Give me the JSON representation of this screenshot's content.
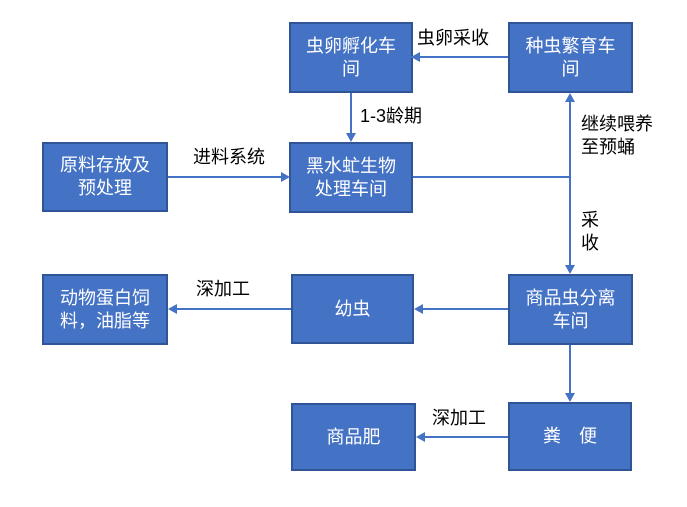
{
  "diagram": {
    "type": "flowchart",
    "nodes": {
      "egg_hatching": {
        "label": "虫卵孵化车\n间"
      },
      "breeding": {
        "label": "种虫繁育车\n间"
      },
      "raw_material": {
        "label": "原料存放及\n预处理"
      },
      "bsf_processing": {
        "label": "黑水虻生物\n处理车间"
      },
      "animal_feed": {
        "label": "动物蛋白饲\n料，油脂等"
      },
      "larvae": {
        "label": "幼虫"
      },
      "separation": {
        "label": "商品虫分离\n车间"
      },
      "fertilizer": {
        "label": "商品肥"
      },
      "manure": {
        "label": "粪　便"
      }
    },
    "edge_labels": {
      "egg_collection": "虫卵采收",
      "instar_1_3": "1-3龄期",
      "feeding_system": "进料系统",
      "continue_feeding_to_prepupa": "继续喂养\n至预蛹",
      "harvest": "采\n收",
      "deep_processing_larvae": "深加工",
      "deep_processing_manure": "深加工"
    },
    "colors": {
      "node_fill": "#4472C4",
      "node_border": "#2F5597",
      "node_text": "#FFFFFF",
      "arrow": "#4472C4",
      "edge_label_text": "#000000",
      "background": "#FFFFFF"
    }
  }
}
